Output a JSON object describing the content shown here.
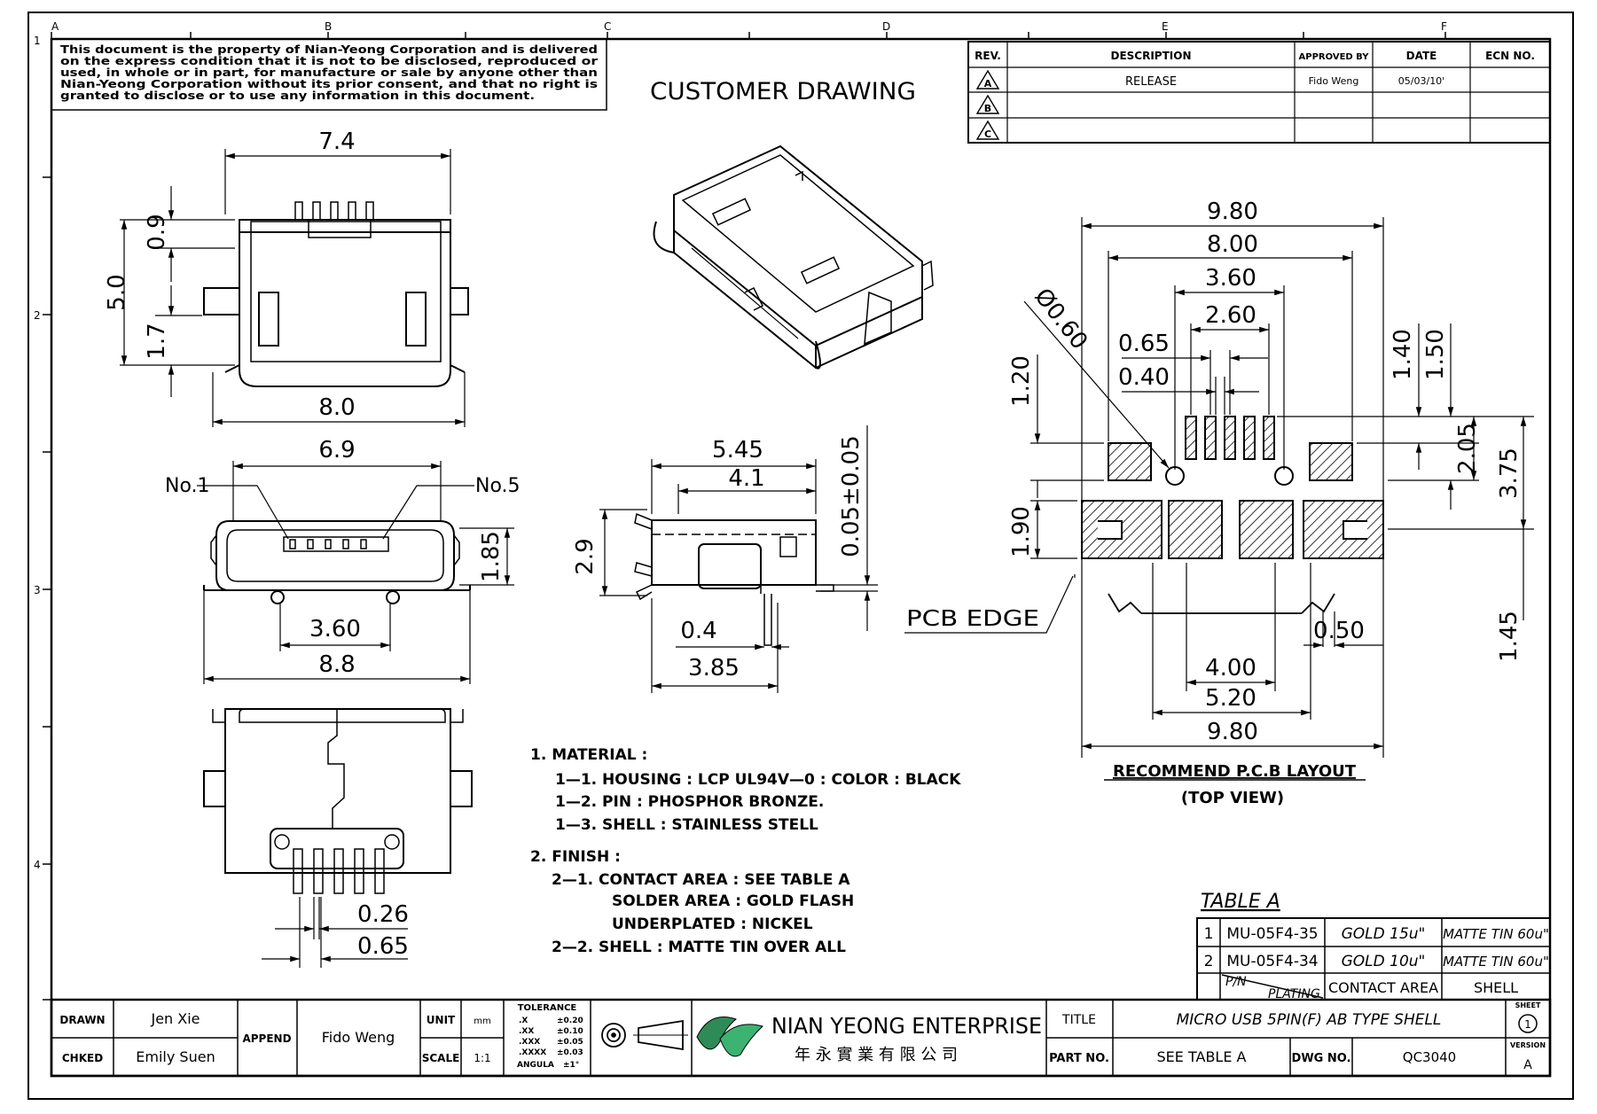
{
  "border": {
    "cols": [
      "A",
      "B",
      "C",
      "D",
      "E",
      "F"
    ],
    "rows": [
      "1",
      "2",
      "3",
      "4"
    ]
  },
  "notice": [
    "This document is the property of Nian-Yeong Corporation and is delivered",
    "on  the  express condition that it is not to be disclosed, reproduced or",
    "used, in whole or in part, for manufacture or sale by anyone other than",
    "Nian-Yeong Corporation without  its prior consent, and that  no right  is",
    "granted to disclose or to use any information in this  document."
  ],
  "drawing_title": "CUSTOMER  DRAWING",
  "revision_table": {
    "headers": [
      "REV.",
      "DESCRIPTION",
      "APPROVED BY",
      "DATE",
      "ECN NO."
    ],
    "rows": [
      {
        "rev": "A",
        "description": "RELEASE",
        "approved_by": "Fido Weng",
        "date": "05/03/10'",
        "ecn": ""
      },
      {
        "rev": "B",
        "description": "",
        "approved_by": "",
        "date": "",
        "ecn": ""
      },
      {
        "rev": "C",
        "description": "",
        "approved_by": "",
        "date": "",
        "ecn": ""
      }
    ]
  },
  "front_view": {
    "width_top": "7.4",
    "height": "5.0",
    "dim_09": "0.9",
    "dim_17": "1.7",
    "width_bottom": "8.0"
  },
  "end_view": {
    "width_top": "6.9",
    "pin1": "No.1",
    "pin5": "No.5",
    "height": "1.85",
    "pitch": "3.60",
    "width_bottom": "8.8"
  },
  "bottom_view": {
    "pin_width": "0.26",
    "pin_pitch": "0.65"
  },
  "side_view": {
    "length_top": "5.45",
    "length_mid": "4.1",
    "height": "2.9",
    "coplanarity": "0.05±0.05",
    "dim_04": "0.4",
    "dim_385": "3.85"
  },
  "pcb_layout": {
    "dims": {
      "w980": "9.80",
      "w800": "8.00",
      "w360": "3.60",
      "w260": "2.60",
      "w065": "0.65",
      "w040": "0.40",
      "hole": "Ø0.60",
      "h120": "1.20",
      "h190": "1.90",
      "h140": "1.40",
      "h150": "1.50",
      "h205": "2.05",
      "h375": "3.75",
      "h145": "1.45",
      "w050": "0.50",
      "w400": "4.00",
      "w520": "5.20",
      "w980b": "9.80"
    },
    "pcb_edge": "PCB EDGE",
    "caption": "RECOMMEND  P.C.B  LAYOUT",
    "subcaption": "(TOP  VIEW)"
  },
  "notes": [
    "1.  MATERIAL  :",
    "1—1.  HOUSING  :  LCP  UL94V—0  :  COLOR  :  BLACK",
    "1—2.  PIN  :  PHOSPHOR  BRONZE.",
    "1—3.  SHELL  :  STAINLESS  STELL",
    "2.  FINISH  :",
    "2—1.  CONTACT  AREA  :  SEE  TABLE  A",
    "SOLDER  AREA  :  GOLD  FLASH",
    "UNDERPLATED  :  NICKEL",
    "2—2.  SHELL  :  MATTE  TIN  OVER  ALL"
  ],
  "table_a": {
    "title": "TABLE  A",
    "rows": [
      {
        "no": "1",
        "pn": "MU-05F4-35",
        "contact": "GOLD  15u\"",
        "shell": "MATTE  TIN  60u\""
      },
      {
        "no": "2",
        "pn": "MU-05F4-34",
        "contact": "GOLD  10u\"",
        "shell": "MATTE  TIN  60u\""
      }
    ],
    "footer": {
      "pn": "P/N",
      "plating": "PLATING",
      "contact": "CONTACT  AREA",
      "shell": "SHELL"
    }
  },
  "title_block": {
    "drawn_label": "DRAWN",
    "drawn": "Jen  Xie",
    "checked_label": "CHKED",
    "checked": "Emily  Suen",
    "append_label": "APPEND",
    "append": "Fido  Weng",
    "unit_label": "UNIT",
    "unit": "mm",
    "scale_label": "SCALE",
    "scale": "1:1",
    "tolerance_title": "TOLERANCE",
    "tolerance": [
      {
        "k": ".X",
        "v": "±0.20"
      },
      {
        "k": ".XX",
        "v": "±0.10"
      },
      {
        "k": ".XXX",
        "v": "±0.05"
      },
      {
        "k": ".XXXX",
        "v": "±0.03"
      },
      {
        "k": "ANGULA",
        "v": "±1°"
      }
    ],
    "company": "NIAN YEONG ENTERPRISE",
    "company_cn": "年 永 實 業 有 限 公 司",
    "title_label": "TITLE",
    "title": "MICRO  USB  5PIN(F)  AB  TYPE  SHELL",
    "part_label": "PART NO.",
    "part": "SEE  TABLE  A",
    "dwg_label": "DWG NO.",
    "dwg": "QC3040",
    "sheet_label": "SHEET",
    "sheet": "1",
    "version_label": "VERSION",
    "version": "A"
  }
}
